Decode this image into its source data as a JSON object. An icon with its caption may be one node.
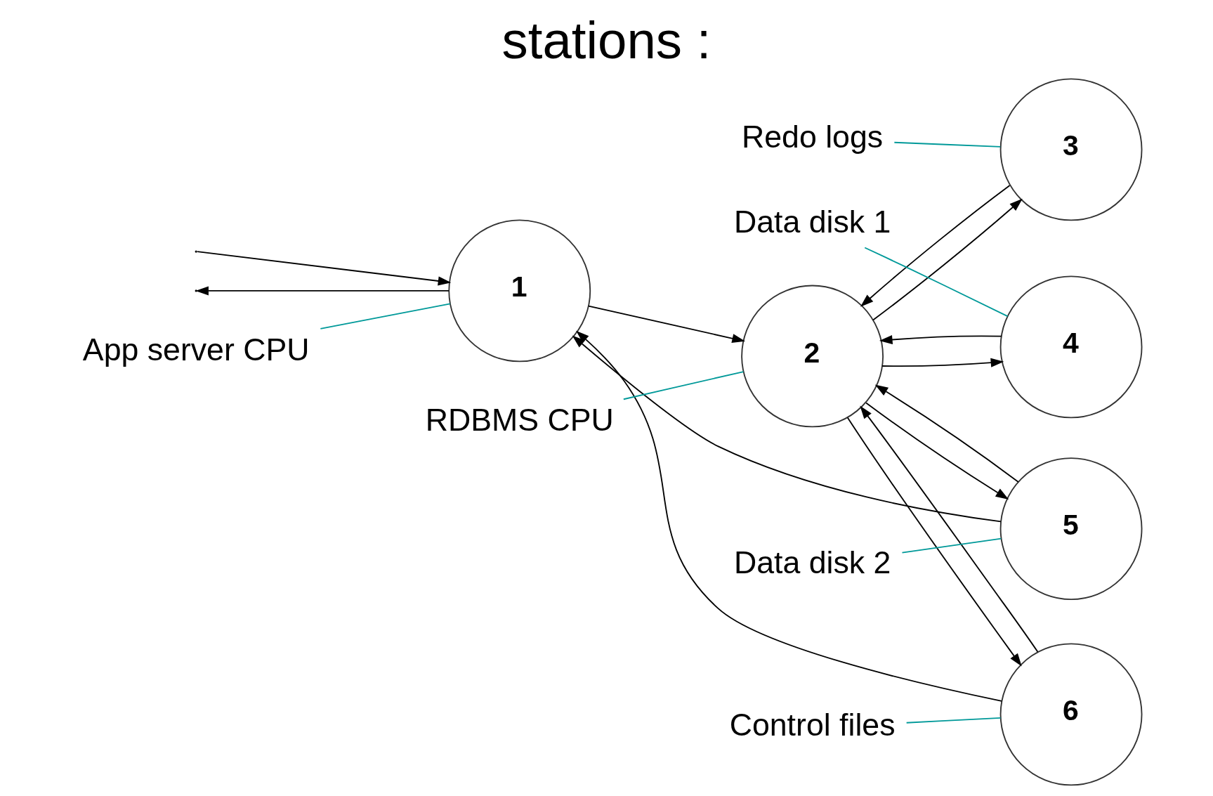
{
  "diagram": {
    "title": "stations :",
    "nodes": [
      {
        "text": [
          "1"
        ]
      },
      {
        "text": [
          "2"
        ]
      },
      {
        "text": [
          "3"
        ]
      },
      {
        "text": [
          "4"
        ]
      },
      {
        "text": [
          "5"
        ]
      },
      {
        "text": [
          "6"
        ]
      },
      {
        "text": [
          "App server CPU"
        ]
      },
      {
        "text": [
          "RDBMS CPU"
        ]
      },
      {
        "text": [
          "Redo logs"
        ]
      },
      {
        "text": [
          "Data disk 1"
        ]
      },
      {
        "text": [
          "Data disk 2"
        ]
      },
      {
        "text": [
          "Control files"
        ]
      }
    ],
    "edges": [
      {
        "from": null,
        "to": 0,
        "arrow": "to"
      },
      {
        "from": 0,
        "to": null,
        "arrow": "to"
      },
      {
        "from": 0,
        "to": 1,
        "arrow": "to"
      },
      {
        "from": 1,
        "to": 2,
        "arrow": "to"
      },
      {
        "from": 1,
        "to": 3,
        "arrow": "to"
      },
      {
        "from": 1,
        "to": 4,
        "arrow": "to"
      },
      {
        "from": 1,
        "to": 5,
        "arrow": "to"
      },
      {
        "from": 2,
        "to": 1,
        "arrow": "to"
      },
      {
        "from": 3,
        "to": 1,
        "arrow": "to"
      },
      {
        "from": 4,
        "to": 1,
        "arrow": "to"
      },
      {
        "from": 4,
        "to": 0,
        "arrow": "to"
      },
      {
        "from": 5,
        "to": 1,
        "arrow": "to"
      },
      {
        "from": 5,
        "to": 0,
        "arrow": "to"
      },
      {
        "from": 6,
        "to": 0,
        "arrow": "none",
        "color": "#009999"
      },
      {
        "from": 7,
        "to": 1,
        "arrow": "none",
        "color": "#009999"
      },
      {
        "from": 8,
        "to": 2,
        "arrow": "none",
        "color": "#009999"
      },
      {
        "from": 9,
        "to": 3,
        "arrow": "none",
        "color": "#009999"
      },
      {
        "from": 10,
        "to": 4,
        "arrow": "none",
        "color": "#009999"
      },
      {
        "from": 11,
        "to": 5,
        "arrow": "none",
        "color": "#009999"
      }
    ]
  }
}
